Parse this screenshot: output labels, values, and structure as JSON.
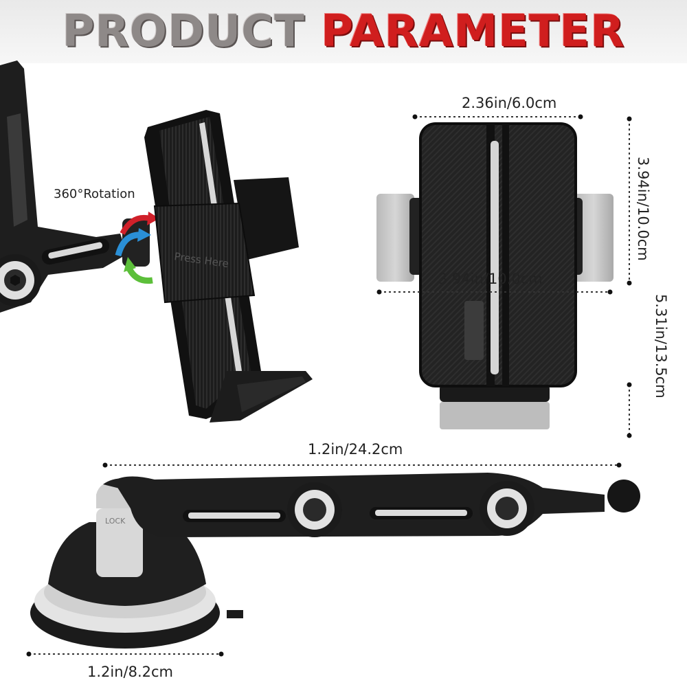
{
  "header": {
    "title_part1": "PRODUCT",
    "title_part2": "PARAMETER"
  },
  "labels": {
    "rotation": "360°Rotation",
    "holder_width": "2.36in/6.0cm",
    "holder_height": "3.94in/10.0cm",
    "holder_total_height": "5.31in/13.5cm",
    "clamp_width": "3.94in/10.0cm",
    "arm_length": "1.2in/24.2cm",
    "base_width": "1.2in/8.2cm"
  },
  "product_text": {
    "press_here": "Press Here",
    "lock": "LOCK"
  },
  "colors": {
    "title_gray": "#8e8988",
    "title_red": "#d01e1e",
    "body_black": "#1e1e1e",
    "accent_white": "#e6e6e6",
    "arrow_red": "#d0202a",
    "arrow_blue": "#2a8fd6",
    "arrow_green": "#5cbf3a"
  }
}
